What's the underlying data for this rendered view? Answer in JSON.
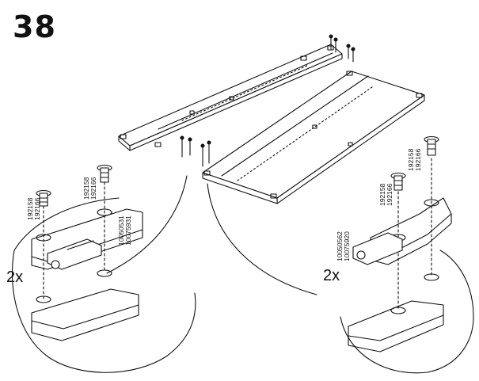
{
  "step_number": "38",
  "left_detail": {
    "quantity": "2x",
    "screw_codes": [
      "192158",
      "192166"
    ],
    "fitting_codes": [
      "10050531",
      "10075931"
    ]
  },
  "right_detail": {
    "quantity": "2x",
    "screw_codes": [
      "192158",
      "192166"
    ],
    "fitting_codes": [
      "10050562",
      "10075920"
    ]
  }
}
